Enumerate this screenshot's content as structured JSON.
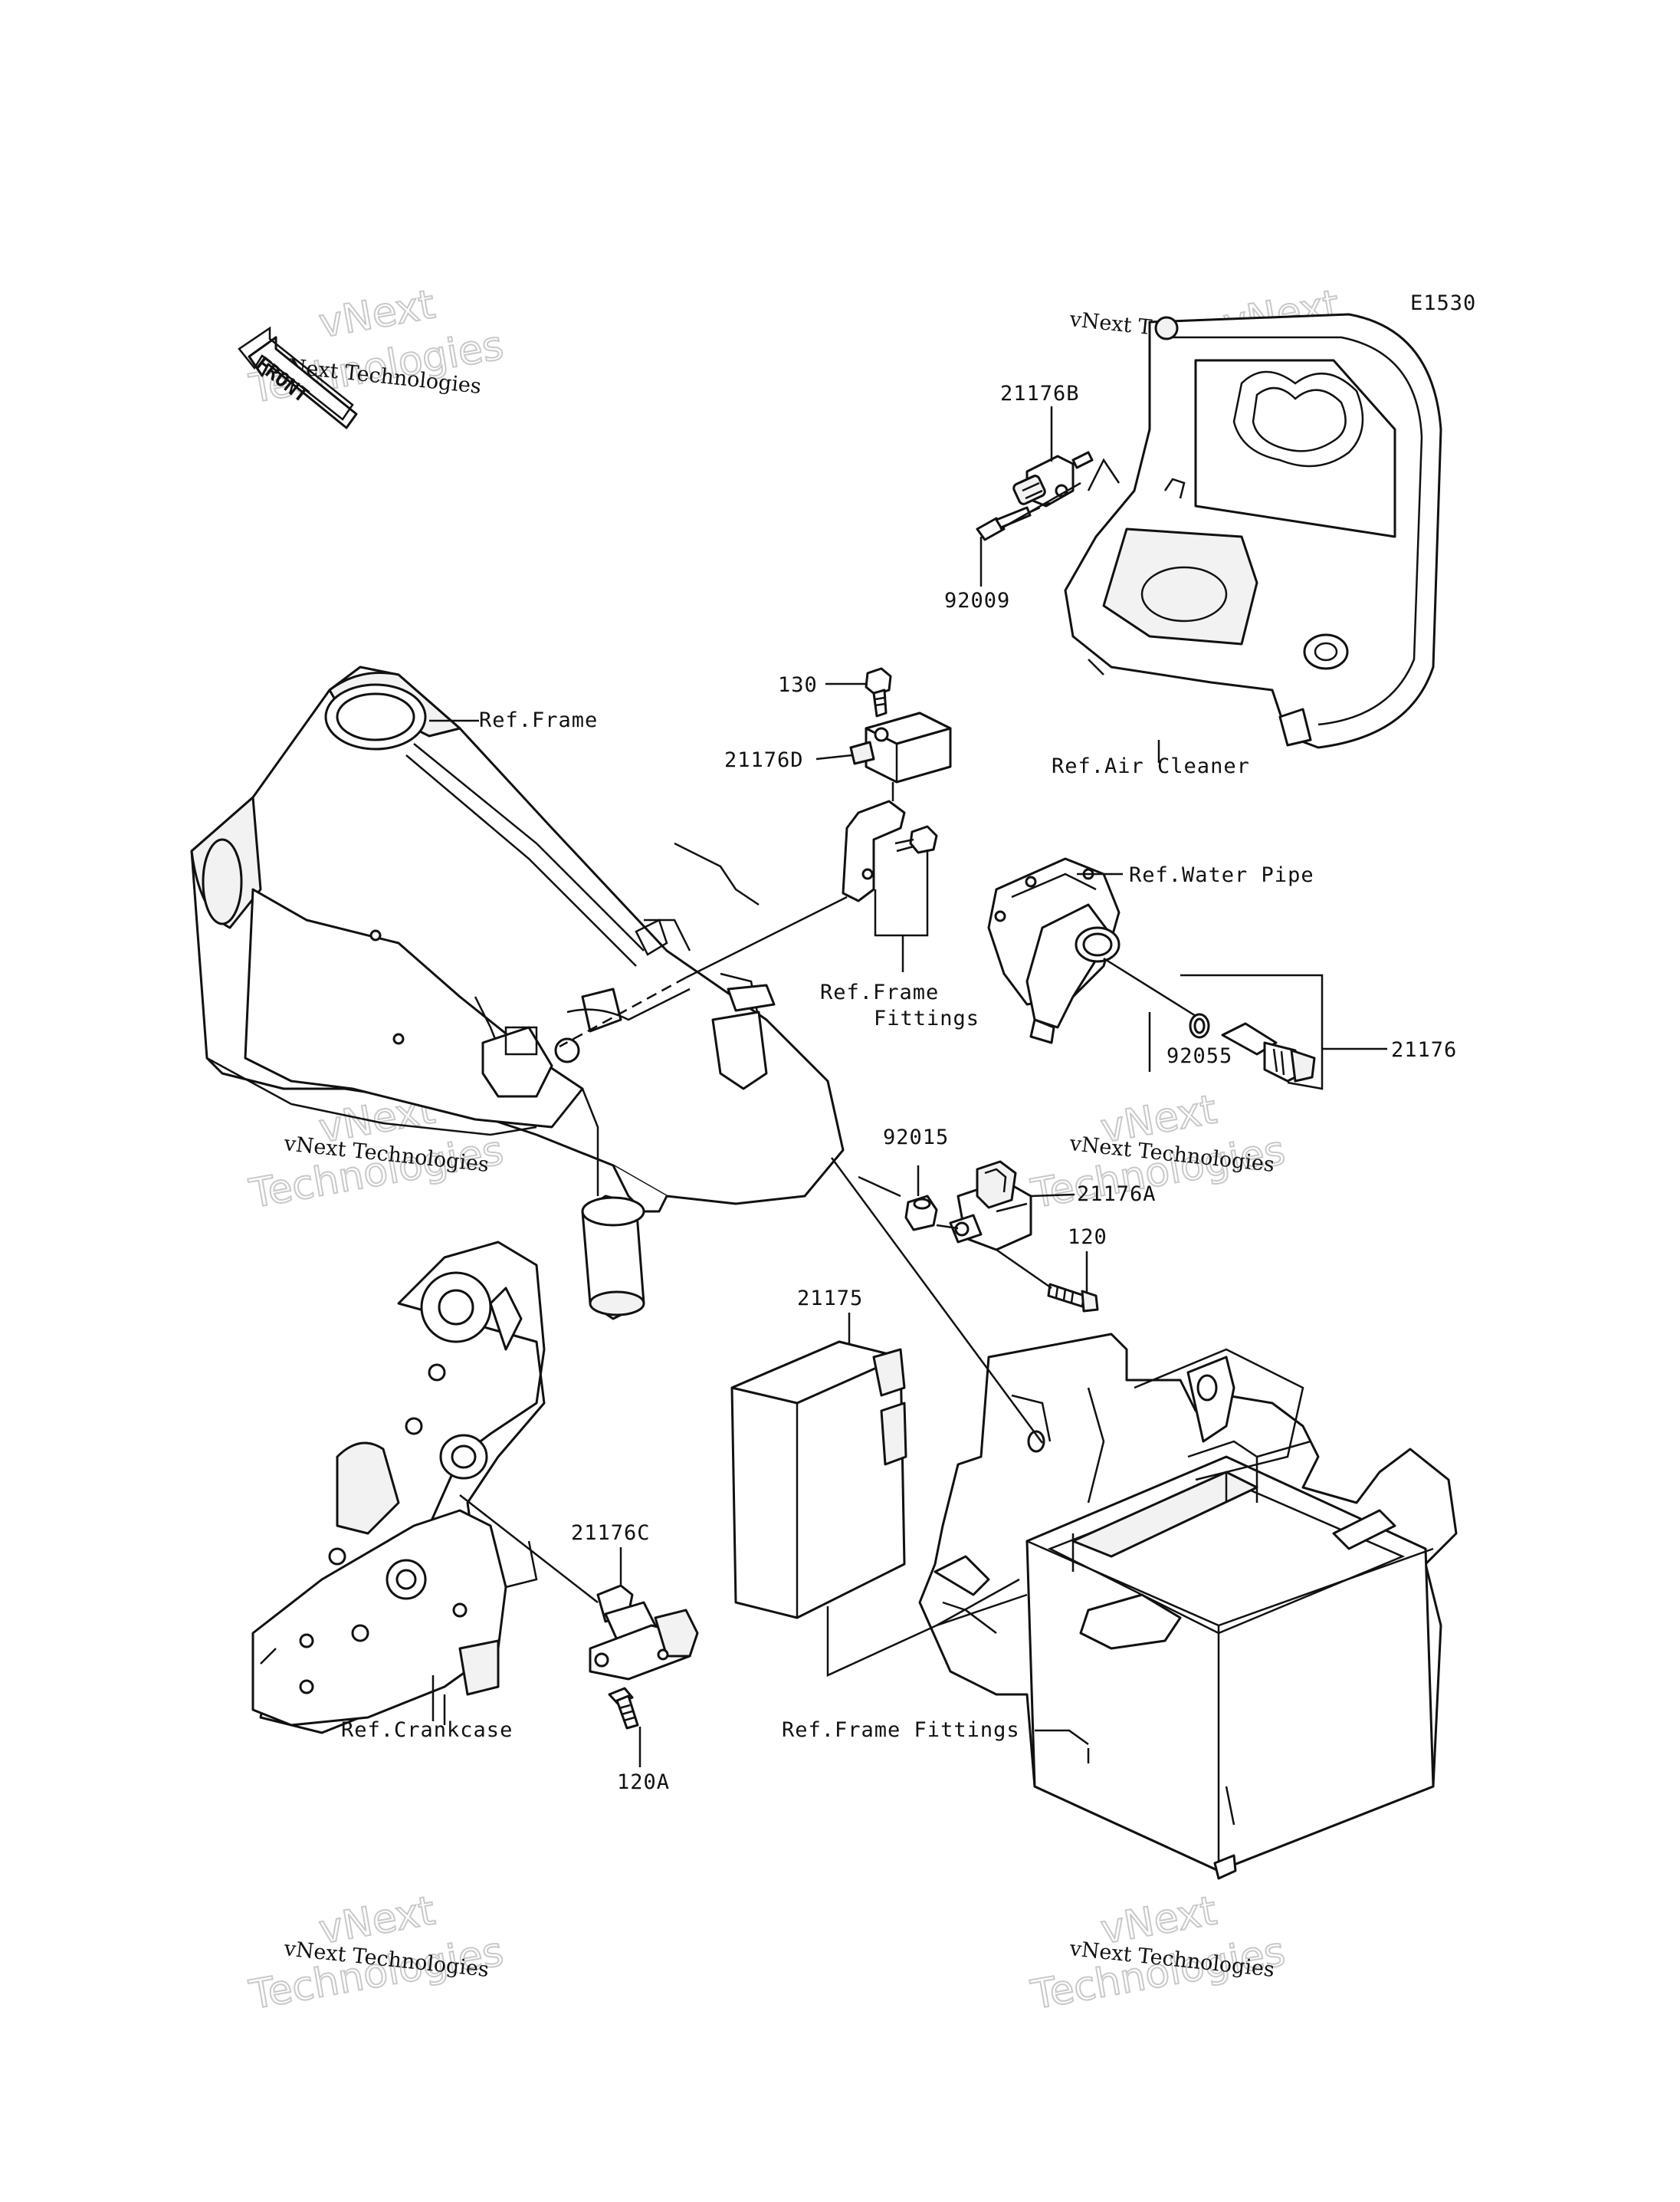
{
  "diagram_code": "E1530",
  "front_arrow": "FRONT",
  "part_numbers": {
    "p21176B": "21176B",
    "p92009": "92009",
    "p130": "130",
    "p21176D": "21176D",
    "p21176": "21176",
    "p92055": "92055",
    "p92015": "92015",
    "p21176A": "21176A",
    "p120": "120",
    "p21175": "21175",
    "p21176C": "21176C",
    "p120A": "120A"
  },
  "references": {
    "frame": "Ref.Frame",
    "air_cleaner": "Ref.Air Cleaner",
    "water_pipe": "Ref.Water Pipe",
    "frame_fittings_a": "Ref.Frame",
    "frame_fittings_b": "Fittings",
    "frame_fittings_full": "Ref.Frame Fittings",
    "crankcase": "Ref.Crankcase"
  },
  "watermark": {
    "line1": "vNext Technologies",
    "line2": "Technologies",
    "line3": "vNext"
  },
  "colors": {
    "ink": "#111111",
    "paper": "#ffffff",
    "watermark": "#c9c9c9"
  }
}
